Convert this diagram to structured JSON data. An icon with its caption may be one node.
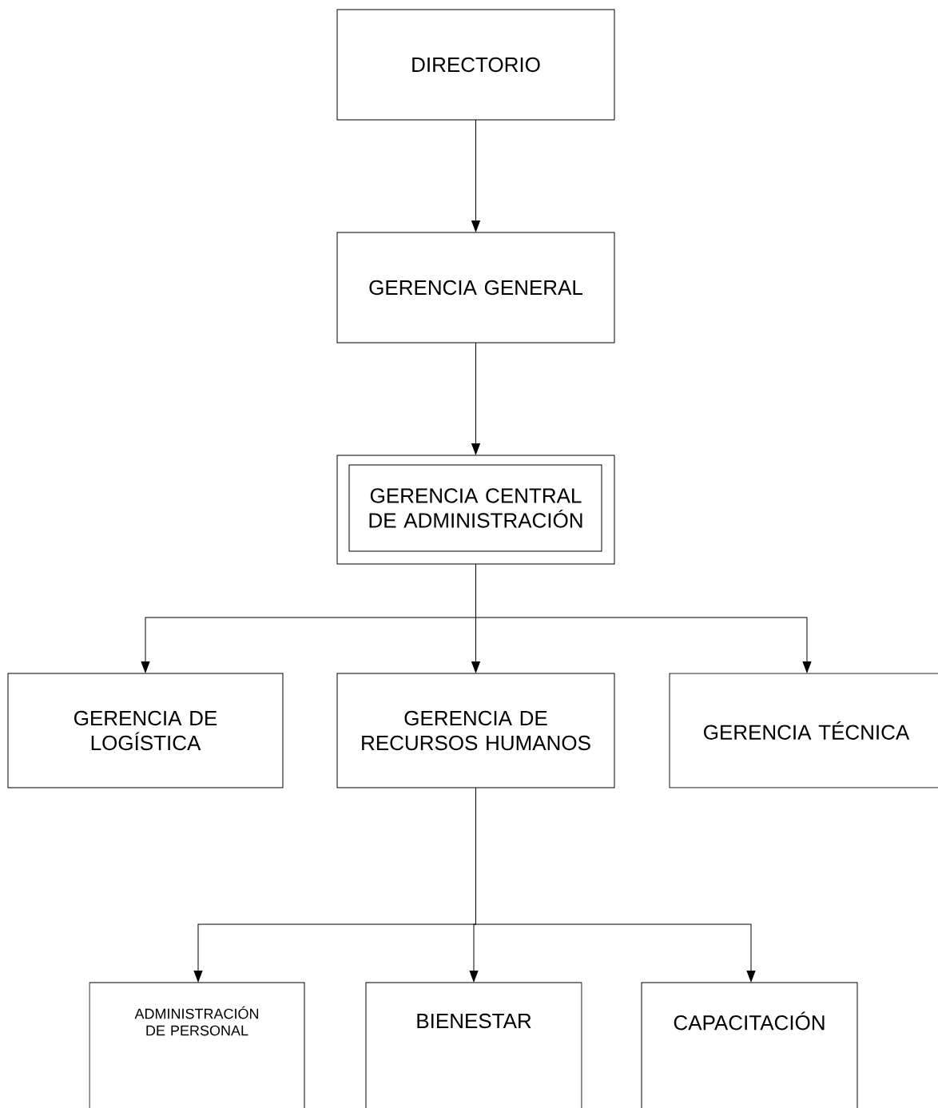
{
  "diagram": {
    "nodes": [
      {
        "text": [
          "DIRECTORIO"
        ]
      },
      {
        "text": [
          "GERENCIA GENERAL"
        ]
      },
      {
        "text": [
          "GERENCIA CENTRAL DE ADMINISTRACIÓN"
        ]
      },
      {
        "text": [
          "GERENCIA DE LOGÍSTICA"
        ]
      },
      {
        "text": [
          "GERENCIA DE RECURSOS HUMANOS"
        ]
      },
      {
        "text": [
          "GERENCIA TÉCNICA"
        ]
      },
      {
        "text": [
          "ADMINISTRACIÓN DE PERSONAL"
        ]
      },
      {
        "text": [
          "BIENESTAR"
        ]
      },
      {
        "text": [
          "CAPACITACIÓN"
        ]
      }
    ],
    "edges": [
      {
        "from": 0,
        "to": 1,
        "arrow": "to"
      },
      {
        "from": 1,
        "to": 2,
        "arrow": "to"
      },
      {
        "from": 2,
        "to": 3,
        "arrow": "to"
      },
      {
        "from": 2,
        "to": 4,
        "arrow": "to"
      },
      {
        "from": 2,
        "to": 5,
        "arrow": "to"
      },
      {
        "from": 4,
        "to": 6,
        "arrow": "to"
      },
      {
        "from": 4,
        "to": 7,
        "arrow": "to"
      },
      {
        "from": 4,
        "to": 8,
        "arrow": "to"
      }
    ]
  }
}
